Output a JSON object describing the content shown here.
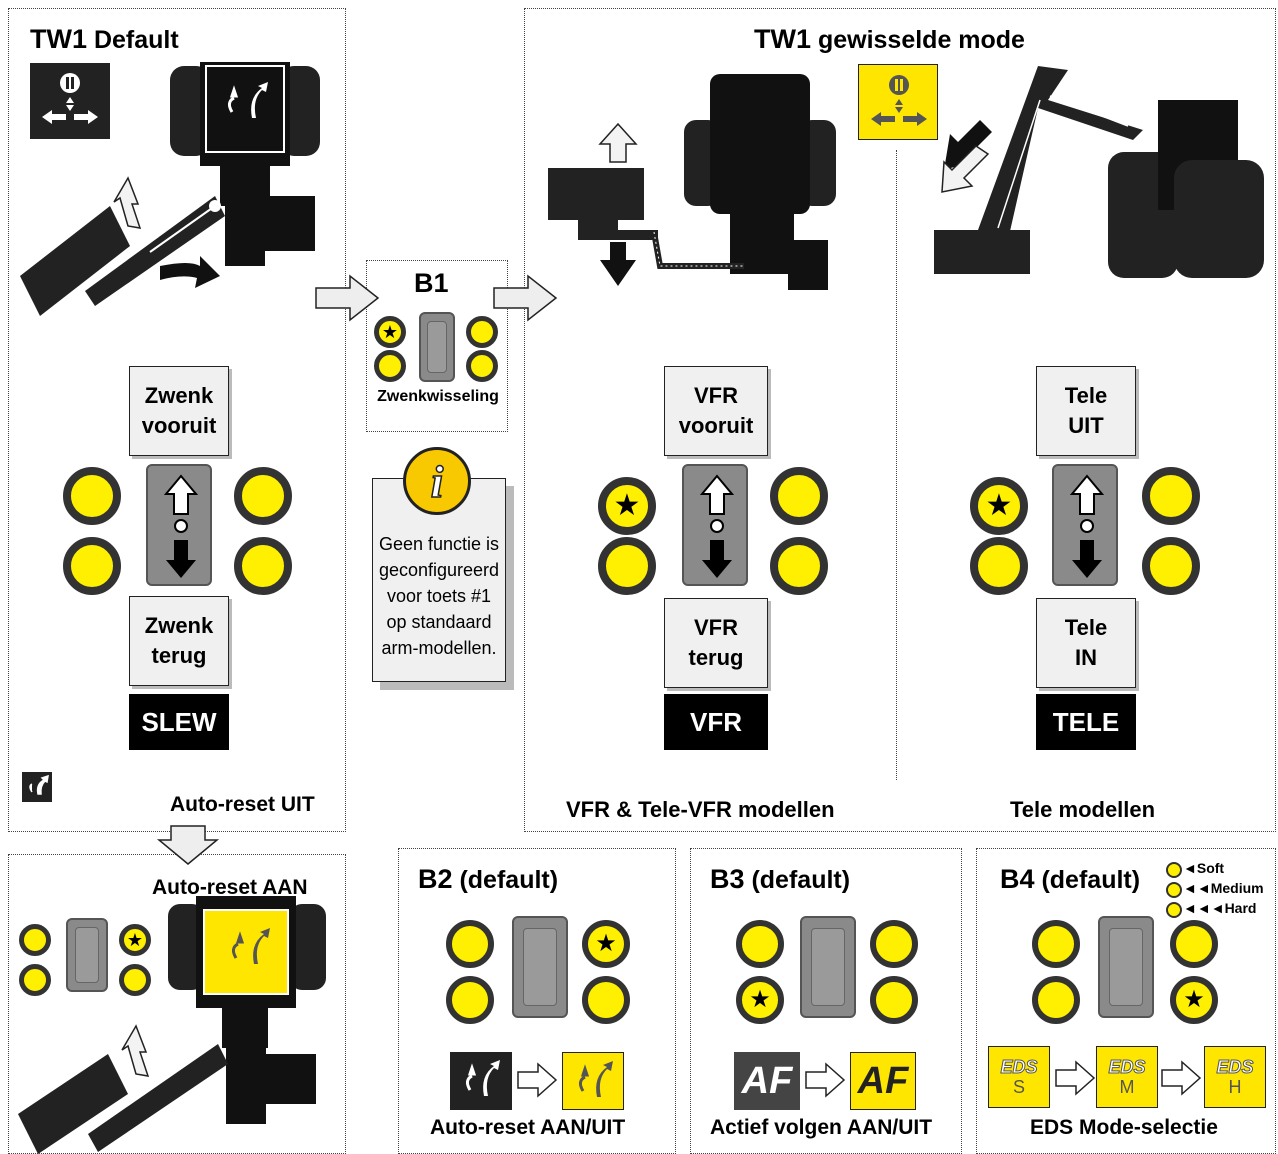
{
  "tw1_default": {
    "title_key": "TW1",
    "title_rest": " Default"
  },
  "tw1_swapped": {
    "title_key": "TW1",
    "title_rest": " gewisselde mode"
  },
  "zwenk": {
    "up_l1": "Zwenk",
    "up_l2": "vooruit",
    "down_l1": "Zwenk",
    "down_l2": "terug",
    "mode": "SLEW"
  },
  "auto_reset_off": "Auto-reset UIT",
  "auto_reset_on": "Auto-reset AAN",
  "b1": {
    "title": "B1",
    "label": "Zwenkwisseling"
  },
  "info": {
    "text_lines": [
      "Geen functie is",
      "geconfigureerd",
      "voor toets #1",
      "op standaard",
      "arm-modellen."
    ],
    "icon": "info-icon"
  },
  "vfr": {
    "up_l1": "VFR",
    "up_l2": "vooruit",
    "down_l1": "VFR",
    "down_l2": "terug",
    "mode": "VFR",
    "models": "VFR & Tele-VFR modellen"
  },
  "tele": {
    "up_l1": "Tele",
    "up_l2": "UIT",
    "down_l1": "Tele",
    "down_l2": "IN",
    "mode": "TELE",
    "models": "Tele modellen"
  },
  "b2": {
    "title_key": "B2",
    "title_rest": " (default)",
    "caption": "Auto-reset AAN/UIT"
  },
  "b3": {
    "title_key": "B3",
    "title_rest": " (default)",
    "caption": "Actief volgen AAN/UIT",
    "af": "AF"
  },
  "b4": {
    "title_key": "B4",
    "title_rest": " (default)",
    "caption": "EDS Mode-selectie",
    "legend": [
      "◄Soft",
      "◄◄Medium",
      "◄◄◄Hard"
    ],
    "eds": [
      {
        "word": "EDS",
        "letter": "S"
      },
      {
        "word": "EDS",
        "letter": "M"
      },
      {
        "word": "EDS",
        "letter": "H"
      }
    ]
  },
  "colors": {
    "button_yellow": "#ffef00",
    "icon_yellow": "#ffe600",
    "dark": "#222222"
  }
}
